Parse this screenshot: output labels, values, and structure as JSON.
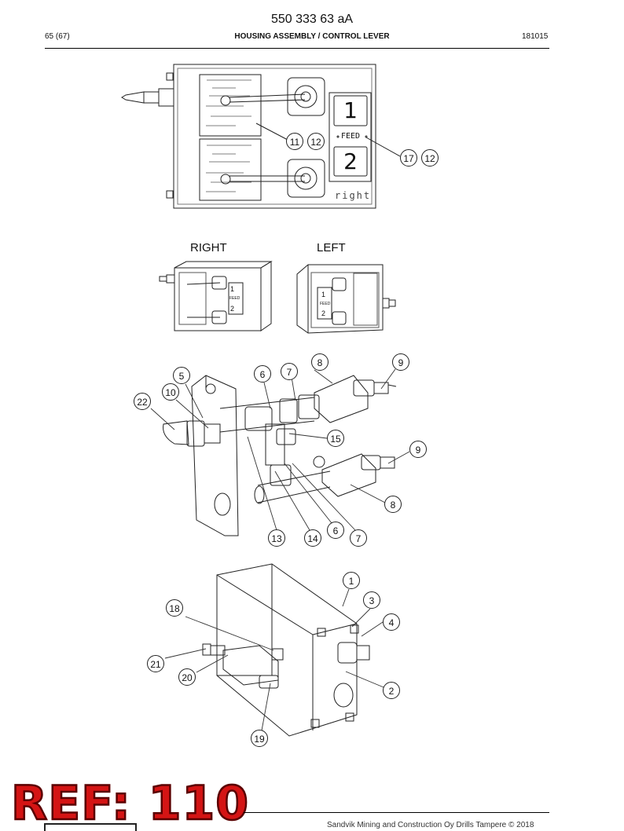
{
  "header": {
    "doc_number": "550 333 63 aA",
    "page": "65 (67)",
    "title": "HOUSING ASSEMBLY / CONTROL LEVER",
    "date": "181015"
  },
  "view_labels": {
    "right": "RIGHT",
    "left": "LEFT"
  },
  "panel": {
    "button_1": "1",
    "feed_label": "FEED",
    "button_2": "2",
    "side_label": "right"
  },
  "small_views": {
    "feed_label": "FEED",
    "button_1": "1",
    "button_2": "2"
  },
  "callouts": {
    "top_a": "11",
    "top_b": "12",
    "top_c": "17",
    "top_d": "12",
    "m5": "5",
    "m6": "6",
    "m7": "7",
    "m8": "8",
    "m9": "9",
    "m10": "10",
    "m22": "22",
    "m15": "15",
    "m9b": "9",
    "m8b": "8",
    "m13": "13",
    "m14": "14",
    "m6b": "6",
    "m7b": "7",
    "b1": "1",
    "b3": "3",
    "b4": "4",
    "b18": "18",
    "b21": "21",
    "b20": "20",
    "b2": "2",
    "b19": "19"
  },
  "footer": {
    "stamp": "REF: 110",
    "copyright": "Sandvik Mining and Construction Oy Drills Tampere © 2018"
  }
}
